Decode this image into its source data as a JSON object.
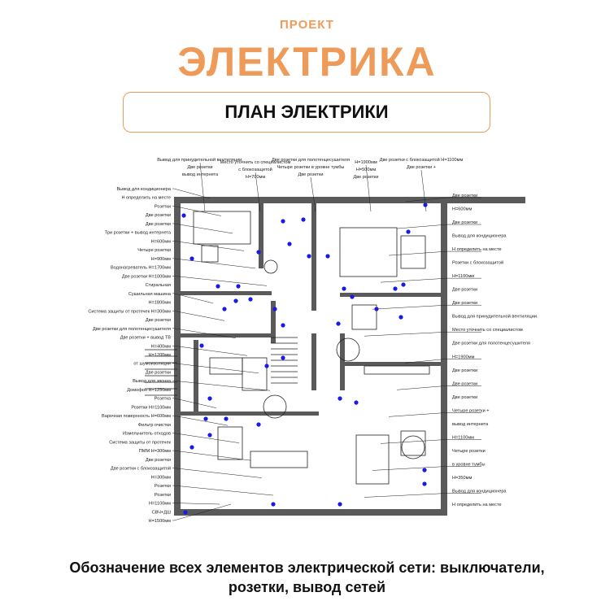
{
  "header": {
    "eyebrow": "ПРОЕКТ",
    "title": "ЭЛЕКТРИКА",
    "subtitle": "ПЛАН ЭЛЕКТРИКИ"
  },
  "plan": {
    "colors": {
      "wall": "#5a5a5a",
      "line": "#222222",
      "symbol": "#1a1ae6",
      "accent": "#ee9b5a"
    },
    "labels_left": [
      "Вывод для кондиционера",
      "Н определить на месте",
      "Розетки",
      "Две розетки",
      "Две розетки",
      "Три розетки + вывод интернета",
      "Н=600мм",
      "Четыре розетки",
      "Н=900мм",
      "Водонагреватель Н=1700мм",
      "Две розетки Н=1000мм",
      "Стиральная",
      "Сушильная машина",
      "Н=1800мм",
      "Система защиты от протечек Н=300мм",
      "Две розетки",
      "Две розетки для полотенцесушителя",
      "Две розетки + вывод ТВ",
      "Н=400мм",
      "Н=1200мм",
      "от шумоизоляции",
      "Две розетки",
      "Вывод для звонка",
      "Домофон Н=1250мм",
      "Розетка",
      "Розетки Н=1100мм",
      "Варочная поверхность Н=600мм",
      "Фильтр очистки",
      "Измельчитель отходов",
      "Система защиты от протечек",
      "ПММ Н=300мм",
      "Две розетки",
      "Две розетки с блокозащитой",
      "Н=300мм",
      "Розетки",
      "Розетки",
      "Н=1100мм",
      "СВЧ+ДШ",
      "Н=1500мм"
    ],
    "labels_top": [
      "Вывод для принудительной вентиляции.",
      "Место уточнить со специалистом",
      "Две розетки для полотенцесушителя",
      "Н=1900мм",
      "Две розетки с блокозащитой Н=1100мм",
      "Две розетки",
      "с блокозащитой",
      "Четыре розетки в уровне тумбы",
      "Н=500мм",
      "Две розетки +",
      "вывод интернета",
      "Н=700мм",
      "Две розетки",
      "Две розетки"
    ],
    "labels_right": [
      "Две розетки",
      "Н=600мм",
      "Две розетки",
      "Вывод для кондиционера",
      "Н определить на месте",
      "Розетки с блокозащитой",
      "Н=1100мм",
      "Две розетки",
      "Две розетки",
      "Вывод для принудительной вентиляции.",
      "Место уточнить со специалистом",
      "Две розетки для полотенцесушителя",
      "Н=1900мм",
      "Две розетки",
      "Две розетки",
      "Две розетки",
      "Четыре розетки +",
      "вывод интернета",
      "Н=1100мм",
      "Четыре розетки",
      "в уровне тумбы",
      "Н=350мм",
      "Вывод для кондиционера",
      "Н определить на месте"
    ]
  },
  "caption": {
    "line1": "Обозначение всех элементов электрической сети: выключатели,",
    "line2": "розетки, вывод сетей"
  }
}
